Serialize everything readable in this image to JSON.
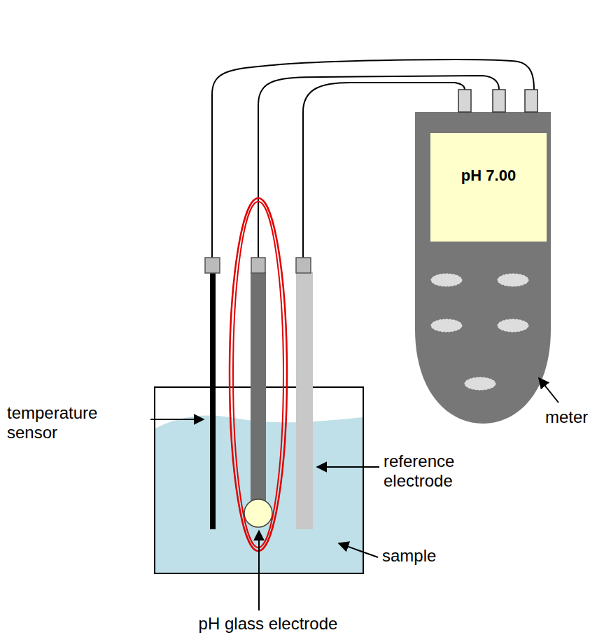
{
  "diagram": {
    "nodes": [
      {
        "text": [
          "pH 7.00"
        ]
      }
    ],
    "labels": [
      "temperature sensor",
      "reference electrode",
      "sample",
      "meter",
      "pH glass electrode"
    ]
  }
}
